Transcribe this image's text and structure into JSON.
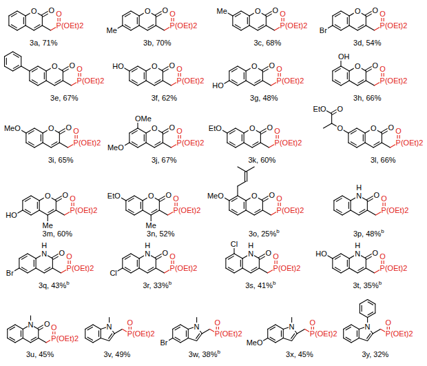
{
  "diagram": {
    "labels": [
      "O",
      "O",
      "O",
      "P(OEt)2",
      "3a, 71%",
      "O",
      "O",
      "Me",
      "O",
      "P(OEt)2",
      "3b, 70%",
      "O",
      "O",
      "Me",
      "O",
      "P(OEt)2",
      "3c, 68%",
      "O",
      "O",
      "Br",
      "O",
      "P(OEt)2",
      "3d, 54%",
      "O",
      "O",
      "O",
      "P(OEt)2",
      "3e, 67%",
      "O",
      "O",
      "HO",
      "O",
      "P(OEt)2",
      "3f, 62%",
      "O",
      "O",
      "HO",
      "O",
      "P(OEt)2",
      "3g, 48%",
      "O",
      "O",
      "OH",
      "O",
      "P(OEt)2",
      "3h, 66%",
      "O",
      "O",
      "MeO",
      "O",
      "P(OEt)2",
      "3i, 65%",
      "O",
      "O",
      "OMe",
      "MeO",
      "O",
      "P(OEt)2",
      "3j, 67%",
      "O",
      "O",
      "EtO",
      "O",
      "P(OEt)2",
      "3k, 60%",
      "O",
      "O",
      "O",
      "O",
      "EtO",
      "O",
      "P(OEt)2",
      "3l, 66%",
      "O",
      "O",
      "HO",
      "Me",
      "O",
      "P(OEt)2",
      "3m, 60%",
      "O",
      "O",
      "EtO",
      "Me",
      "O",
      "P(OEt)2",
      "3n, 52%",
      "O",
      "O",
      "MeO",
      "O",
      "P(OEt)2",
      "3o, 25%",
      "b",
      "H",
      "N",
      "O",
      "O",
      "P(OEt)2",
      "3p, 48%",
      "b",
      "H",
      "N",
      "O",
      "Br",
      "O",
      "P(OEt)2",
      "3q, 43%",
      "b",
      "H",
      "N",
      "O",
      "Cl",
      "O",
      "P(OEt)2",
      "3r, 33%",
      "b",
      "H",
      "N",
      "O",
      "Cl",
      "O",
      "P(OEt)2",
      "3s, 41%",
      "b",
      "H",
      "N",
      "O",
      "HO",
      "O",
      "P(OEt)2",
      "3t, 35%",
      "b",
      "N",
      "O",
      "O",
      "P(OEt)2",
      "3u, 45%",
      "N",
      "O",
      "P(OEt)2",
      "3v, 49%",
      "N",
      "Br",
      "O",
      "P(OEt)2",
      "3w, 38%",
      "b",
      "N",
      "MeO",
      "O",
      "P(OEt)2",
      "3x, 45%",
      "N",
      "O",
      "P(OEt)2",
      "3y, 32%"
    ]
  }
}
